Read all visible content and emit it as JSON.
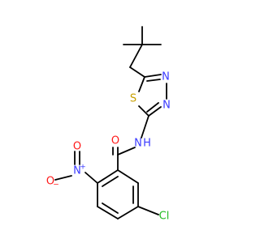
{
  "molecule": {
    "atom_labels": {
      "sulfur": "S",
      "nitrogen_ring_1": "N",
      "nitrogen_ring_2": "N",
      "amide_nitrogen": "N",
      "amide_hydrogen": "H",
      "amide_oxygen": "O",
      "nitro_oxygen_left": "O",
      "nitro_nitrogen": "N",
      "nitro_oxygen_bottom": "O",
      "chlorine": "Cl",
      "nitro_plus": "+",
      "nitro_minus": "−"
    },
    "colors": {
      "carbon_bonds": "#000000",
      "nitrogen": "#3a3aff",
      "oxygen": "#ff1a1a",
      "sulfur": "#c8a000",
      "chlorine": "#22bb22"
    }
  }
}
